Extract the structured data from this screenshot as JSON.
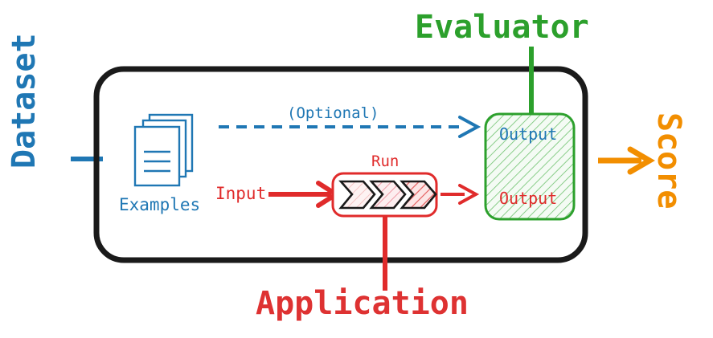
{
  "diagram": {
    "title": "Evaluation pipeline diagram",
    "colors": {
      "blue": "#1F77B4",
      "red": "#E02B2B",
      "green": "#2CA02C",
      "orange": "#F28E00",
      "black": "#1A1A1A",
      "green_fill": "#EAF7EA",
      "red_fill": "#FBE9E9"
    },
    "labels": {
      "dataset": "Dataset",
      "score": "Score",
      "evaluator": "Evaluator",
      "application": "Application",
      "examples": "Examples",
      "optional": "(Optional)",
      "input": "Input",
      "run": "Run",
      "output_reference": "Output",
      "output_prediction": "Output"
    },
    "icons": {
      "examples": "document-stack-icon",
      "run": "chevron-pipeline-icon",
      "dataset_connector": "blue-connector-line",
      "score_arrow": "orange-arrow-right",
      "optional_arrow": "blue-dashed-arrow-right",
      "input_arrow": "red-arrow-right",
      "run_output_arrow": "red-arrow-right",
      "evaluator_connector": "green-connector-line",
      "application_connector": "red-connector-line"
    },
    "nodes": [
      {
        "name": "outer-container",
        "shape": "rounded-rect",
        "stroke": "#1A1A1A"
      },
      {
        "name": "run-box",
        "shape": "rounded-rect",
        "stroke": "#E02B2B"
      },
      {
        "name": "evaluator-output-box",
        "shape": "rounded-rect",
        "stroke": "#2CA02C"
      }
    ]
  }
}
